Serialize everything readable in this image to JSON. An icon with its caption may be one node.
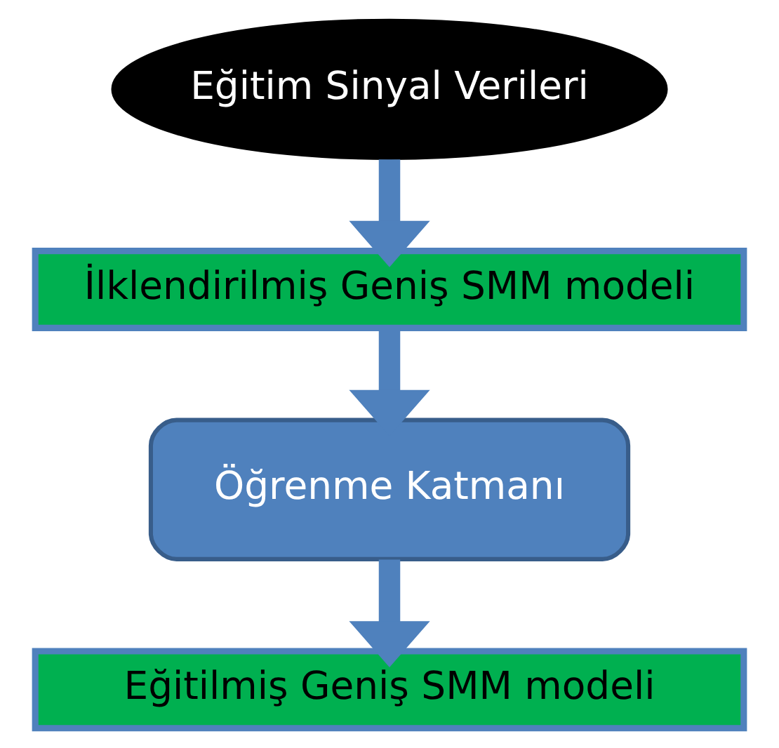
{
  "diagram": {
    "nodes": [
      {
        "text": [
          "Eğitim Sinyal Verileri"
        ]
      },
      {
        "text": [
          "İlklendirilmiş Geniş SMM modeli"
        ]
      },
      {
        "text": [
          "Öğrenme Katmanı"
        ]
      },
      {
        "text": [
          "Eğitilmiş Geniş SMM modeli"
        ]
      }
    ],
    "edges": [
      {
        "from": 0,
        "to": 1,
        "arrow": "to"
      },
      {
        "from": 1,
        "to": 2,
        "arrow": "to"
      },
      {
        "from": 2,
        "to": 3,
        "arrow": "to"
      }
    ]
  }
}
